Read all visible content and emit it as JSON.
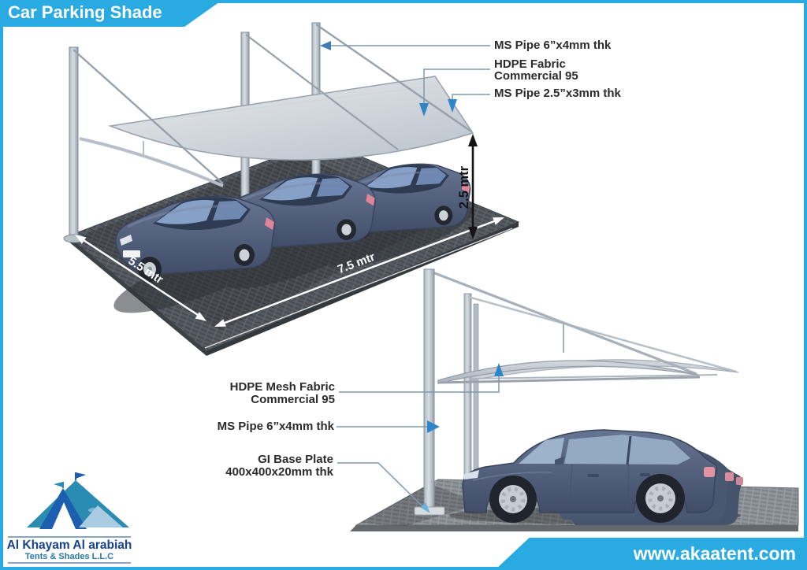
{
  "header": {
    "title": "Car Parking Shade"
  },
  "footer": {
    "website": "www.akaatent.com"
  },
  "logo": {
    "company_name": "Al Khayam Al arabiah",
    "tagline": "Tents & Shades L.L.C"
  },
  "perspective_view": {
    "callouts": {
      "top_pipe": "MS Pipe 6”x4mm thk",
      "fabric_line1": "HDPE Fabric",
      "fabric_line2": "Commercial 95",
      "edge_pipe": "MS Pipe 2.5”x3mm thk"
    },
    "dimensions": {
      "height": "2.5 mtr",
      "width": "5.5 mtr",
      "length": "7.5 mtr"
    }
  },
  "side_view": {
    "callouts": {
      "fabric_line1": "HDPE Mesh Fabric",
      "fabric_line2": "Commercial 95",
      "pipe": "MS Pipe 6”x4mm thk",
      "base_plate_line1": "GI Base Plate",
      "base_plate_line2": "400x400x20mm thk"
    }
  },
  "colors": {
    "brand_blue": "#29abe2",
    "arrow_blue": "#2e86c8",
    "logo_navy": "#16418c",
    "logo_teal": "#2878a8"
  }
}
